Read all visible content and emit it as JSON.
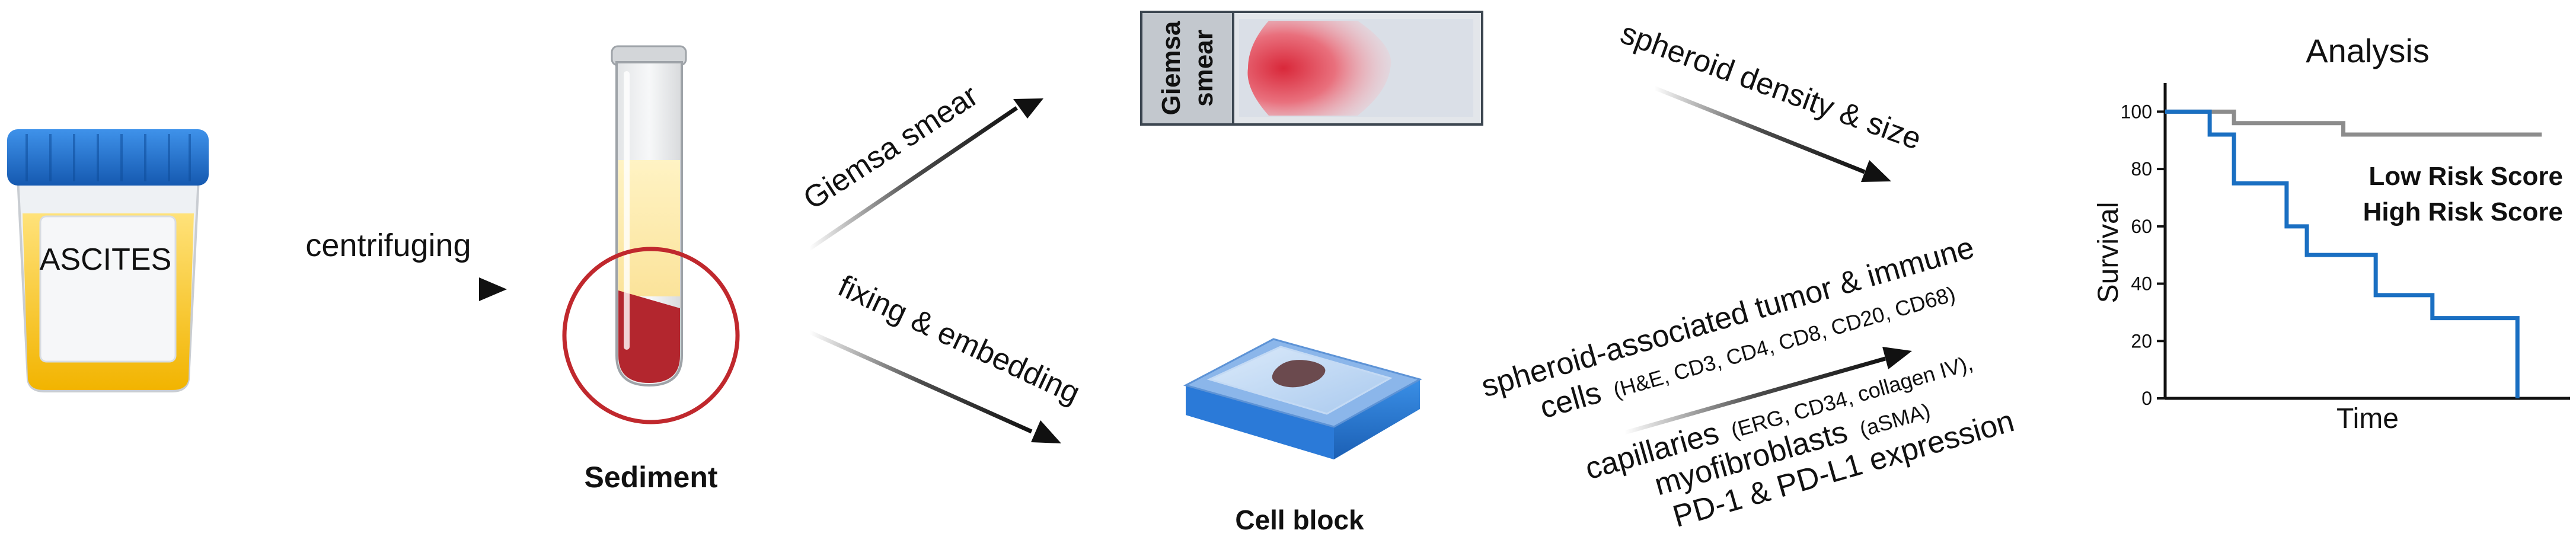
{
  "diagram": {
    "labels": {
      "ascites": "ASCITES",
      "centrifuging": "centrifuging",
      "sediment": "Sediment",
      "giemsa_smear_arrow": "Giemsa smear",
      "fixing_embedding": "fixing & embedding",
      "giemsa_slide_line1": "Giemsa",
      "giemsa_slide_line2": "smear",
      "cell_block": "Cell block",
      "spheroid_density": "spheroid density & size",
      "ihc_line1": "spheroid-associated tumor & immune",
      "ihc_line2_main": "cells",
      "ihc_line2_small": "(H&E, CD3, CD4, CD8, CD20, CD68)",
      "ihc_line3_main": "capillaries",
      "ihc_line3_small": "(ERG, CD34, collagen IV),",
      "ihc_line4_main": "myofibroblasts",
      "ihc_line4_small": "(aSMA)",
      "ihc_line5": "PD-1 & PD-L1 expression"
    },
    "colors": {
      "sediment_red": "#c0282d",
      "high_risk_blue": "#1a6fc2",
      "low_risk_gray": "#8c8c8c",
      "ascites_yellow": "#f5c200",
      "cap_blue": "#1e73d2",
      "block_blue": "#2f86e0"
    }
  },
  "chart_data": {
    "type": "line",
    "title": "Analysis",
    "xlabel": "Time",
    "ylabel": "Survival",
    "ylim": [
      0,
      110
    ],
    "xlim": [
      0,
      100
    ],
    "yticks": [
      0,
      20,
      40,
      60,
      80,
      100
    ],
    "grid": false,
    "legend": "top-right",
    "series": [
      {
        "name": "Low Risk Score",
        "color": "#8c8c8c",
        "step": true,
        "x": [
          0,
          17,
          17,
          44,
          44,
          93
        ],
        "y": [
          100,
          100,
          96,
          96,
          92,
          92
        ]
      },
      {
        "name": "High Risk Score",
        "color": "#1a6fc2",
        "step": true,
        "x": [
          0,
          11,
          11,
          17,
          17,
          30,
          30,
          35,
          35,
          52,
          52,
          66,
          66,
          87,
          87
        ],
        "y": [
          100,
          100,
          92,
          92,
          75,
          75,
          60,
          60,
          50,
          50,
          36,
          36,
          28,
          28,
          0
        ]
      }
    ]
  }
}
